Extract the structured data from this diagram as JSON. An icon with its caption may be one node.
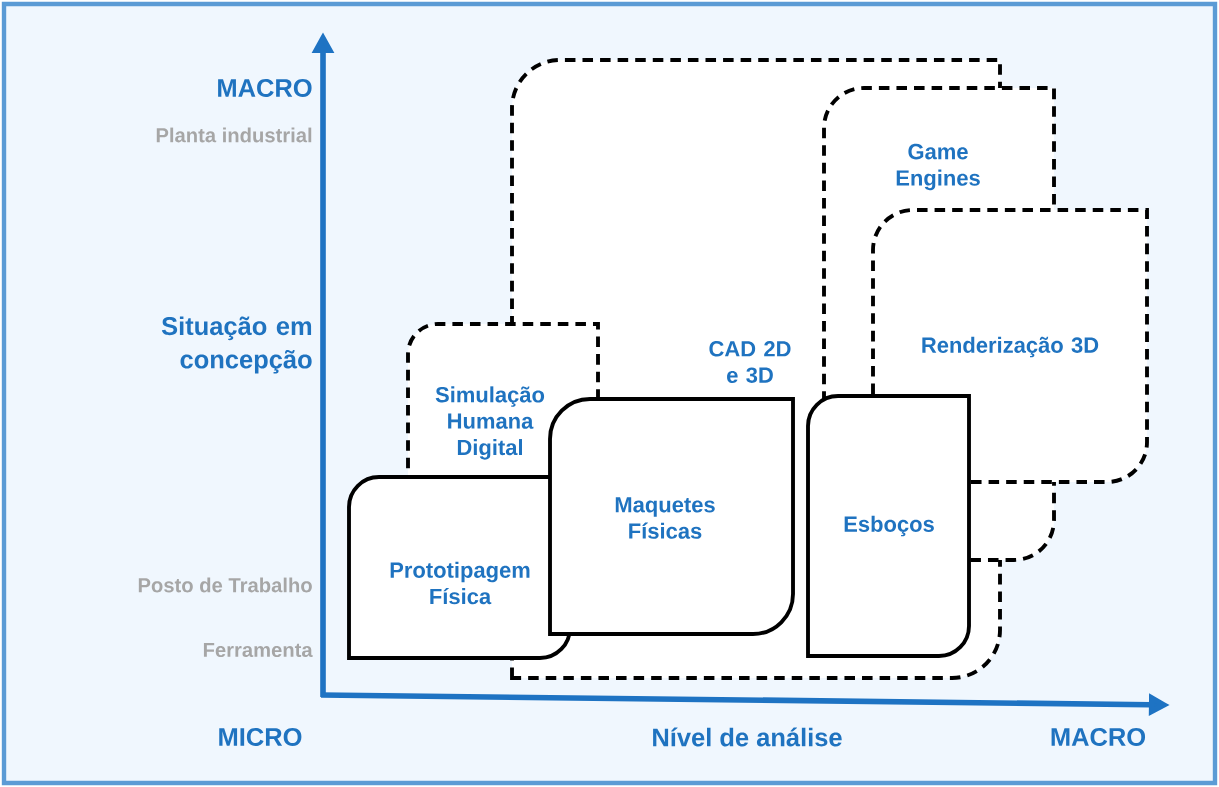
{
  "diagram": {
    "nodes": [
      {
        "text": [
          "CAD 2D e 3D"
        ]
      },
      {
        "text": [
          "Game Engines"
        ]
      },
      {
        "text": [
          "Renderização 3D"
        ]
      },
      {
        "text": [
          "Simulação Humana Digital"
        ]
      },
      {
        "text": [
          "Prototipagem Física"
        ]
      },
      {
        "text": [
          "Maquetes Físicas"
        ],
        "in": 0
      },
      {
        "text": [
          "Esboços"
        ],
        "in": 0
      }
    ],
    "labels": [
      "MACRO",
      "Planta industrial",
      "Situação em concepção",
      "Posto de Trabalho",
      "Ferramenta",
      "MICRO",
      "Nível de análise",
      "MACRO"
    ]
  }
}
